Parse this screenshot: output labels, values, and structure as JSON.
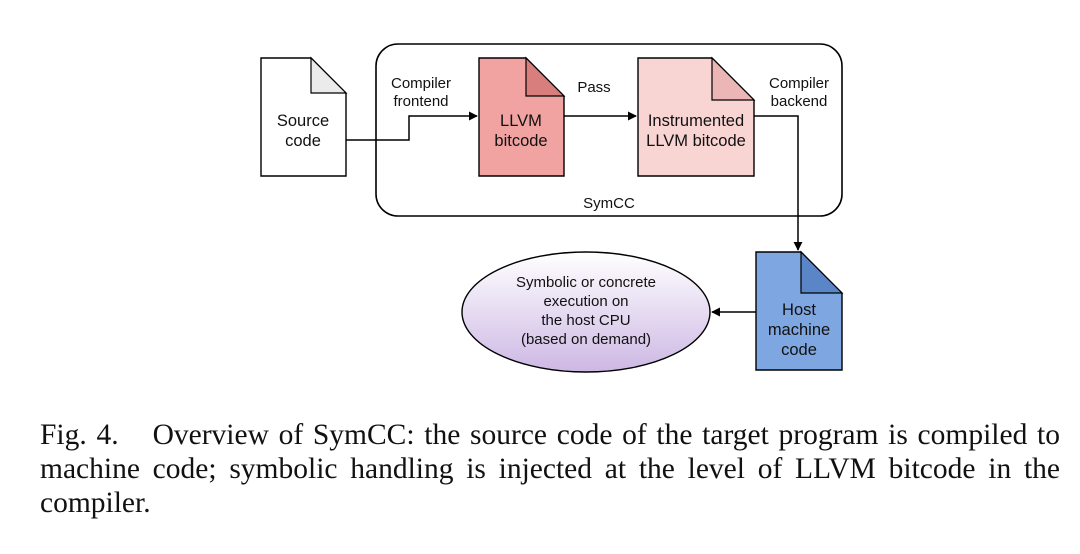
{
  "diagram": {
    "container_label": "SymCC",
    "nodes": {
      "source_code": [
        "Source",
        "code"
      ],
      "llvm_bitcode": [
        "LLVM",
        "bitcode"
      ],
      "instrumented_bitcode": [
        "Instrumented",
        "LLVM bitcode"
      ],
      "host_machine_code": [
        "Host",
        "machine",
        "code"
      ],
      "execution": [
        "Symbolic or concrete",
        "execution on",
        "the host CPU",
        "(based on demand)"
      ]
    },
    "edges": {
      "compiler_frontend": [
        "Compiler",
        "frontend"
      ],
      "pass": "Pass",
      "compiler_backend": [
        "Compiler",
        "backend"
      ]
    },
    "colors": {
      "llvm_fill": "#f0a3a1",
      "llvm_fold": "#d87e7d",
      "instrumented_fill": "#f8d4d3",
      "instrumented_fold": "#ebb6b5",
      "host_fill": "#7ea6e0",
      "host_fold": "#5a86c7",
      "ellipse_top": "#ffffff",
      "ellipse_bottom": "#cdb8e4"
    }
  },
  "caption": {
    "figure_number": "Fig. 4.",
    "text": "Overview of SymCC: the source code of the target program is compiled to machine code; symbolic handling is injected at the level of LLVM bitcode in the compiler."
  }
}
